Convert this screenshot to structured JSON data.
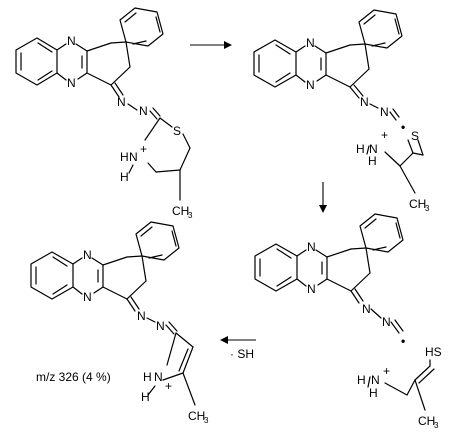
{
  "atoms": {
    "N": "N",
    "S": "S",
    "H": "H",
    "SH": "SH",
    "HS": "HS",
    "CH": "CH",
    "three": "3",
    "plus": "+",
    "radical": "•"
  },
  "loss_label": "· SH",
  "mz_label": "m/z 326 (4 %)"
}
